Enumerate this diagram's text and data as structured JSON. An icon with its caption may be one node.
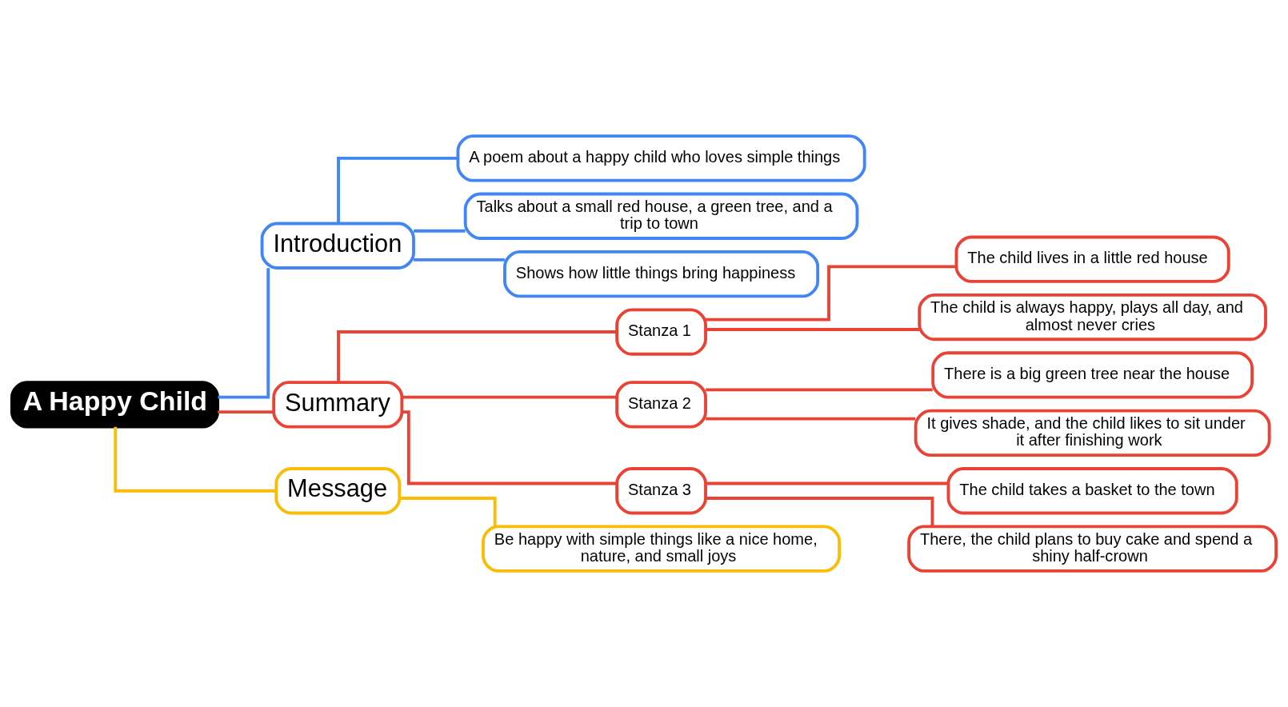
{
  "diagram": {
    "nodes": [
      {
        "text": [
          "A Happy Child"
        ]
      },
      {
        "text": [
          "Introduction"
        ]
      },
      {
        "text": [
          "A poem about a happy child who loves simple things"
        ]
      },
      {
        "text": [
          "Talks about a small red house, a green tree, and a trip to town"
        ]
      },
      {
        "text": [
          "Shows how little things bring happiness"
        ]
      },
      {
        "text": [
          "Summary"
        ]
      },
      {
        "text": [
          "Stanza 1"
        ]
      },
      {
        "text": [
          "The child lives in a little red house"
        ]
      },
      {
        "text": [
          "The child is always happy, plays all day, and almost never cries"
        ]
      },
      {
        "text": [
          "Stanza 2"
        ]
      },
      {
        "text": [
          "There is a big green tree near the house"
        ]
      },
      {
        "text": [
          "It gives shade, and the child likes to sit under it after finishing work"
        ]
      },
      {
        "text": [
          "Stanza 3"
        ]
      },
      {
        "text": [
          "The child takes a basket to the town"
        ]
      },
      {
        "text": [
          "There, the child plans to buy cake and spend a shiny half-crown"
        ]
      },
      {
        "text": [
          "Message"
        ]
      },
      {
        "text": [
          "Be happy with simple things like a nice home, nature, and small joys"
        ]
      }
    ],
    "edges": [
      {
        "from": 0,
        "to": 1,
        "arrow": "none",
        "color": "#4285f4"
      },
      {
        "from": 1,
        "to": 2,
        "arrow": "none",
        "color": "#4285f4"
      },
      {
        "from": 1,
        "to": 3,
        "arrow": "none",
        "color": "#4285f4"
      },
      {
        "from": 1,
        "to": 4,
        "arrow": "none",
        "color": "#4285f4"
      },
      {
        "from": 0,
        "to": 5,
        "arrow": "none"
      },
      {
        "from": 5,
        "to": 6,
        "arrow": "none"
      },
      {
        "from": 6,
        "to": 7,
        "arrow": "none"
      },
      {
        "from": 6,
        "to": 8,
        "arrow": "none"
      },
      {
        "from": 5,
        "to": 9,
        "arrow": "none"
      },
      {
        "from": 9,
        "to": 10,
        "arrow": "none"
      },
      {
        "from": 9,
        "to": 11,
        "arrow": "none"
      },
      {
        "from": 5,
        "to": 12,
        "arrow": "none"
      },
      {
        "from": 12,
        "to": 13,
        "arrow": "none"
      },
      {
        "from": 12,
        "to": 14,
        "arrow": "none"
      },
      {
        "from": 0,
        "to": 15,
        "arrow": "none",
        "color": "#fbbc04"
      },
      {
        "from": 15,
        "to": 16,
        "arrow": "none",
        "color": "#fbbc04"
      }
    ]
  }
}
